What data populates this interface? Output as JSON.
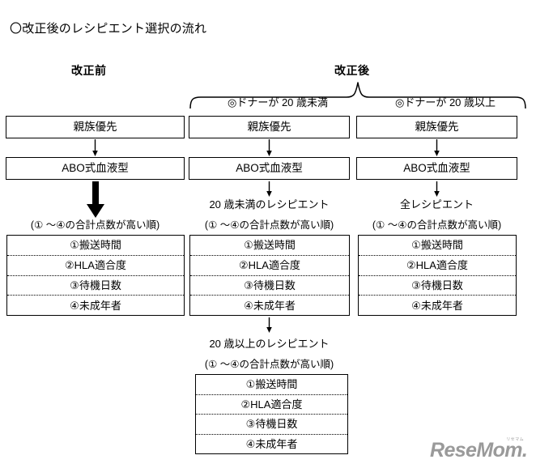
{
  "title": "〇改正後のレシピエント選択の流れ",
  "headers": {
    "before": "改正前",
    "after": "改正後"
  },
  "branches": {
    "under20": "◎ドナーが 20 歳未満",
    "over20": "◎ドナーが 20 歳以上"
  },
  "steps": {
    "relative_priority": "親族優先",
    "abo_blood_type": "ABO式血液型"
  },
  "recipient_labels": {
    "under20": "20 歳未満のレシピエント",
    "over20": "20 歳以上のレシピエント",
    "all": "全レシピエント"
  },
  "score_note": "(① ～④の合計点数が高い順)",
  "criteria": [
    "①搬送時間",
    "②HLA適合度",
    "③待機日数",
    "④未成年者"
  ],
  "watermark": {
    "text": "ReseMom.",
    "kana": "リセマム"
  },
  "colors": {
    "ink": "#000000",
    "paper": "#ffffff",
    "watermark": "#9a9a9a"
  }
}
